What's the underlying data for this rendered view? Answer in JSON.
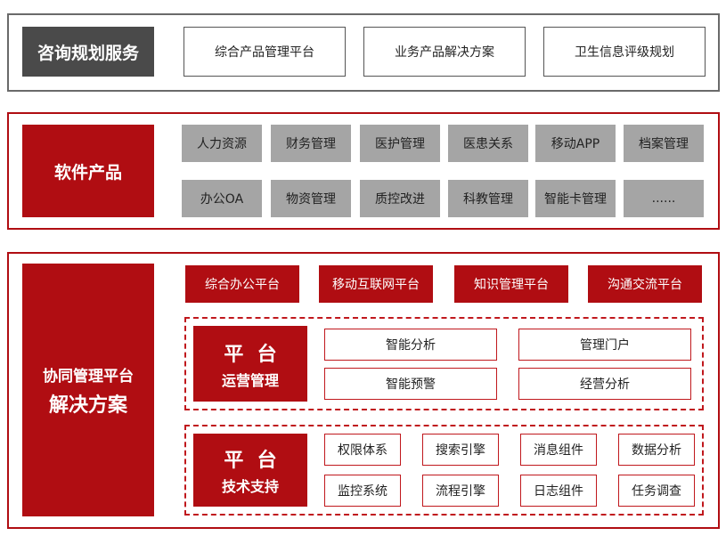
{
  "section1": {
    "title": "咨询规划服务",
    "items": [
      "综合产品管理平台",
      "业务产品解决方案",
      "卫生信息评级规划"
    ]
  },
  "section2": {
    "title": "软件产品",
    "row1": [
      "人力资源",
      "财务管理",
      "医护管理",
      "医患关系",
      "移动APP",
      "档案管理"
    ],
    "row2": [
      "办公OA",
      "物资管理",
      "质控改进",
      "科教管理",
      "智能卡管理",
      "......"
    ]
  },
  "section3": {
    "title_line1": "协同管理平台",
    "title_line2": "解决方案",
    "top_items": [
      "综合办公平台",
      "移动互联网平台",
      "知识管理平台",
      "沟通交流平台"
    ],
    "ops": {
      "label_line1": "平  台",
      "label_line2": "运营管理",
      "items": [
        "智能分析",
        "管理门户",
        "智能预警",
        "经营分析"
      ]
    },
    "tech": {
      "label_line1": "平  台",
      "label_line2": "技术支持",
      "row1": [
        "权限体系",
        "搜索引擎",
        "消息组件",
        "数据分析"
      ],
      "row2": [
        "监控系统",
        "流程引擎",
        "日志组件",
        "任务调查"
      ]
    }
  },
  "colors": {
    "accent_red": "#b00d12",
    "dark_gray": "#4a4a4a",
    "tile_gray": "#a5a5a5"
  }
}
